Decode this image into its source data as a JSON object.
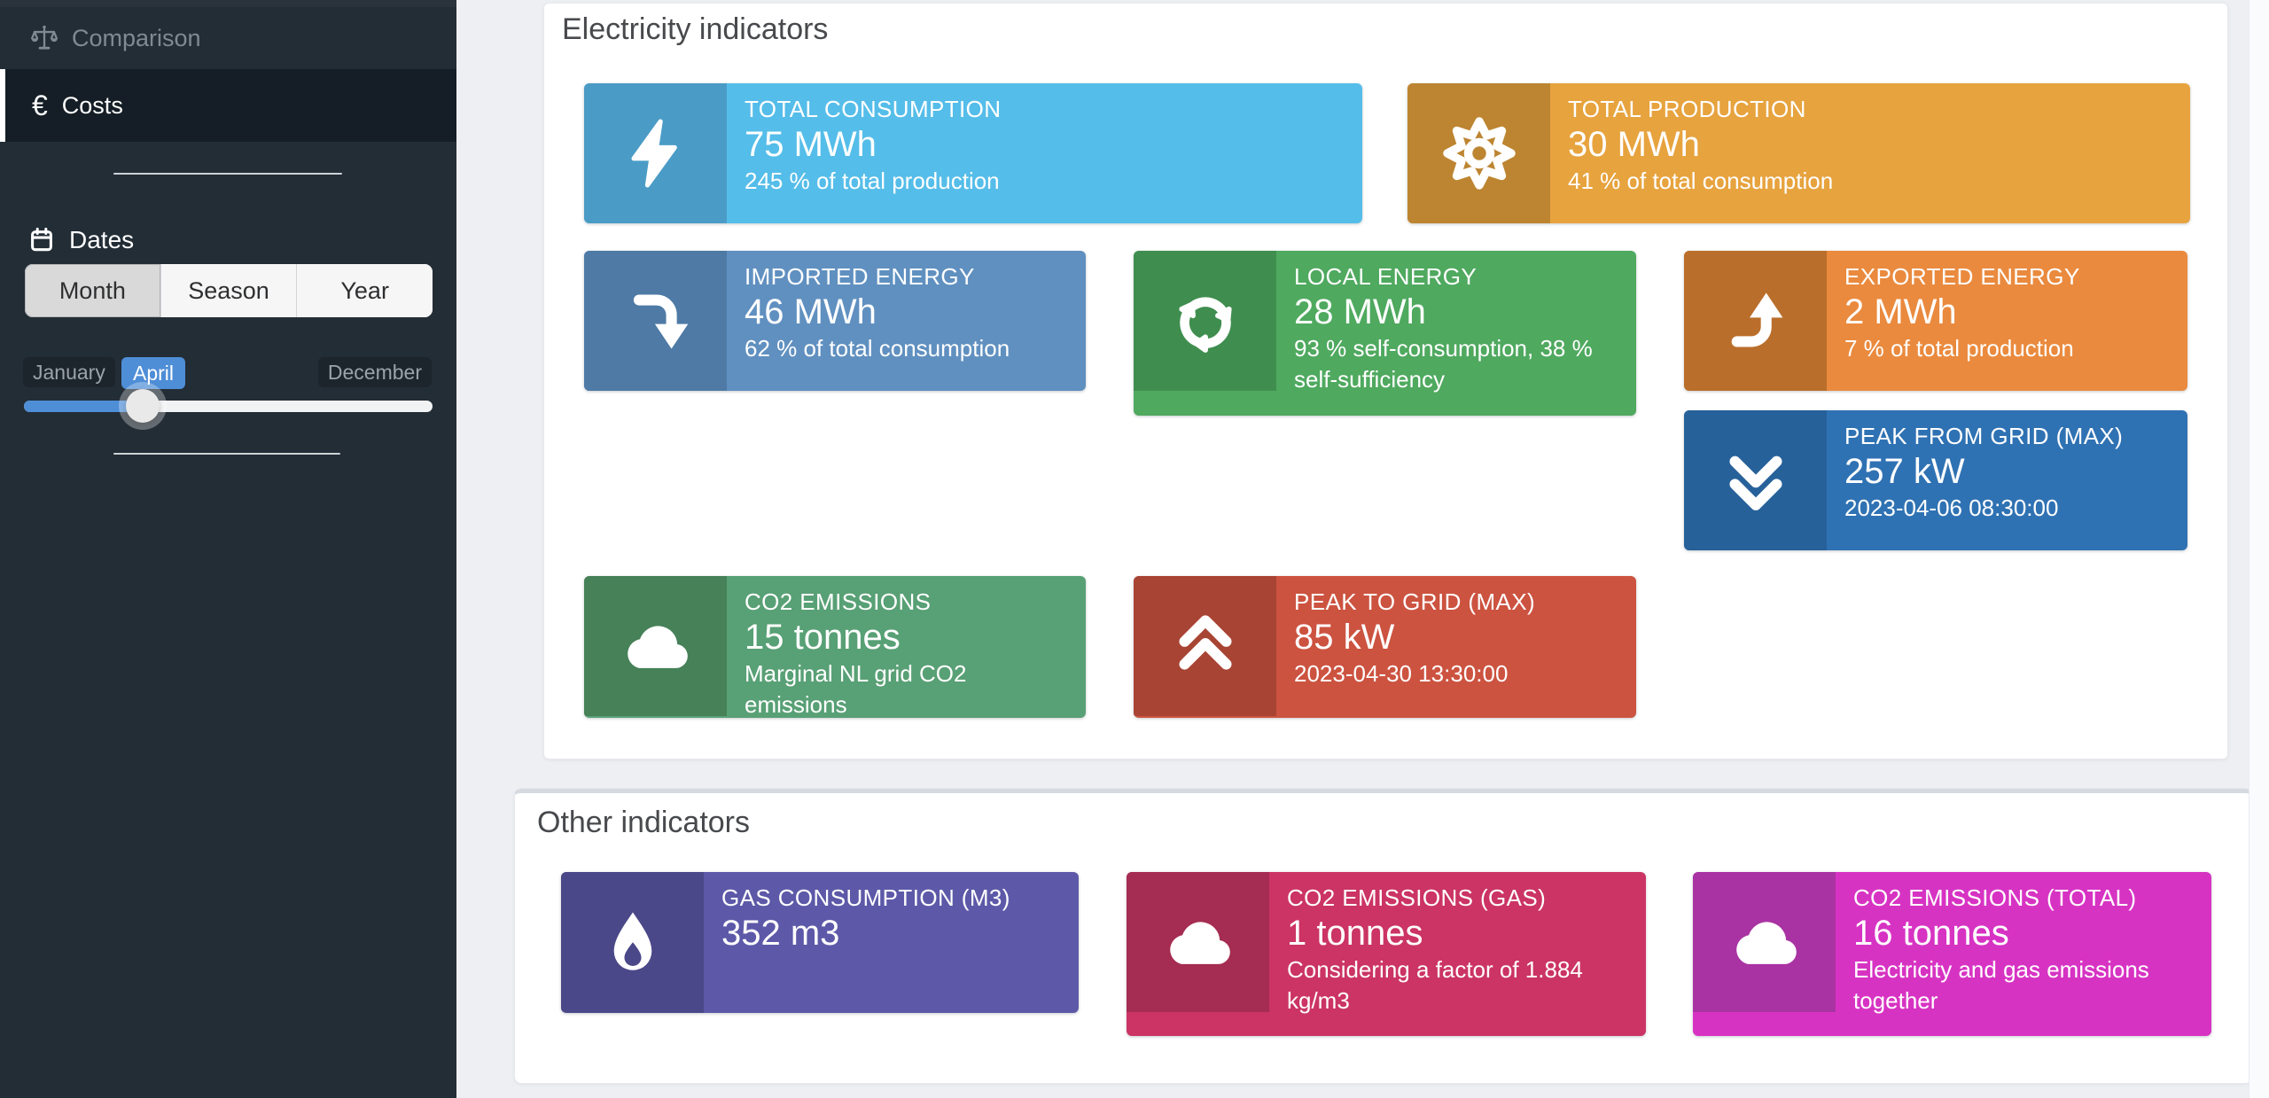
{
  "sidebar": {
    "items": [
      {
        "label": "Comparison",
        "icon": "balance-scale-icon",
        "active": false
      },
      {
        "label": "Costs",
        "icon": "euro-icon",
        "active": true
      }
    ],
    "dates": {
      "label": "Dates",
      "icon": "calendar-icon",
      "modes": [
        "Month",
        "Season",
        "Year"
      ],
      "active_mode": "Month",
      "range_start": "January",
      "range_end": "December",
      "selected_value": "April"
    }
  },
  "panels": [
    {
      "title": "Electricity indicators",
      "cards": [
        {
          "title": "TOTAL CONSUMPTION",
          "value": "75 MWh",
          "desc": "245 % of total production",
          "icon": "bolt-icon",
          "main": "#55bde9",
          "strip": "#4a9cc6"
        },
        {
          "title": "TOTAL PRODUCTION",
          "value": "30 MWh",
          "desc": "41 % of total consumption",
          "icon": "sun-icon",
          "main": "#e7a33e",
          "strip": "#bd8531"
        },
        {
          "title": "IMPORTED ENERGY",
          "value": "46 MWh",
          "desc": "62 % of total consumption",
          "icon": "arrow-turn-down-icon",
          "main": "#6090c0",
          "strip": "#4e7aa5"
        },
        {
          "title": "LOCAL ENERGY",
          "value": "28 MWh",
          "desc": "93 % self-consumption, 38 % self-sufficiency",
          "icon": "recycle-icon",
          "main": "#4fa95f",
          "strip": "#3f8e4f"
        },
        {
          "title": "EXPORTED ENERGY",
          "value": "2 MWh",
          "desc": "7 % of total production",
          "icon": "arrow-turn-up-icon",
          "main": "#ea8a3e",
          "strip": "#ba6e2b"
        },
        {
          "title": "PEAK FROM GRID (MAX)",
          "value": "257 kW",
          "desc": "2023-04-06 08:30:00",
          "icon": "angles-down-icon",
          "main": "#2f72b3",
          "strip": "#27619a"
        },
        {
          "title": "CO2 EMISSIONS",
          "value": "15 tonnes",
          "desc": "Marginal NL grid CO2 emissions",
          "icon": "cloud-icon",
          "main": "#58a075",
          "strip": "#468158"
        },
        {
          "title": "PEAK TO GRID (MAX)",
          "value": "85 kW",
          "desc": "2023-04-30 13:30:00",
          "icon": "angles-up-icon",
          "main": "#cc5340",
          "strip": "#a84434"
        }
      ]
    },
    {
      "title": "Other indicators",
      "cards": [
        {
          "title": "GAS CONSUMPTION (M3)",
          "value": "352 m3",
          "desc": "",
          "icon": "droplet-icon",
          "main": "#5d59a8",
          "strip": "#4b4889"
        },
        {
          "title": "CO2 EMISSIONS (GAS)",
          "value": "1 tonnes",
          "desc": "Considering a factor of 1.884 kg/m3",
          "icon": "cloud-icon",
          "main": "#cb3465",
          "strip": "#a52c52"
        },
        {
          "title": "CO2 EMISSIONS (TOTAL)",
          "value": "16 tonnes",
          "desc": "Electricity and gas emissions together",
          "icon": "cloud-icon",
          "main": "#d733c3",
          "strip": "#a933a3"
        }
      ]
    }
  ]
}
